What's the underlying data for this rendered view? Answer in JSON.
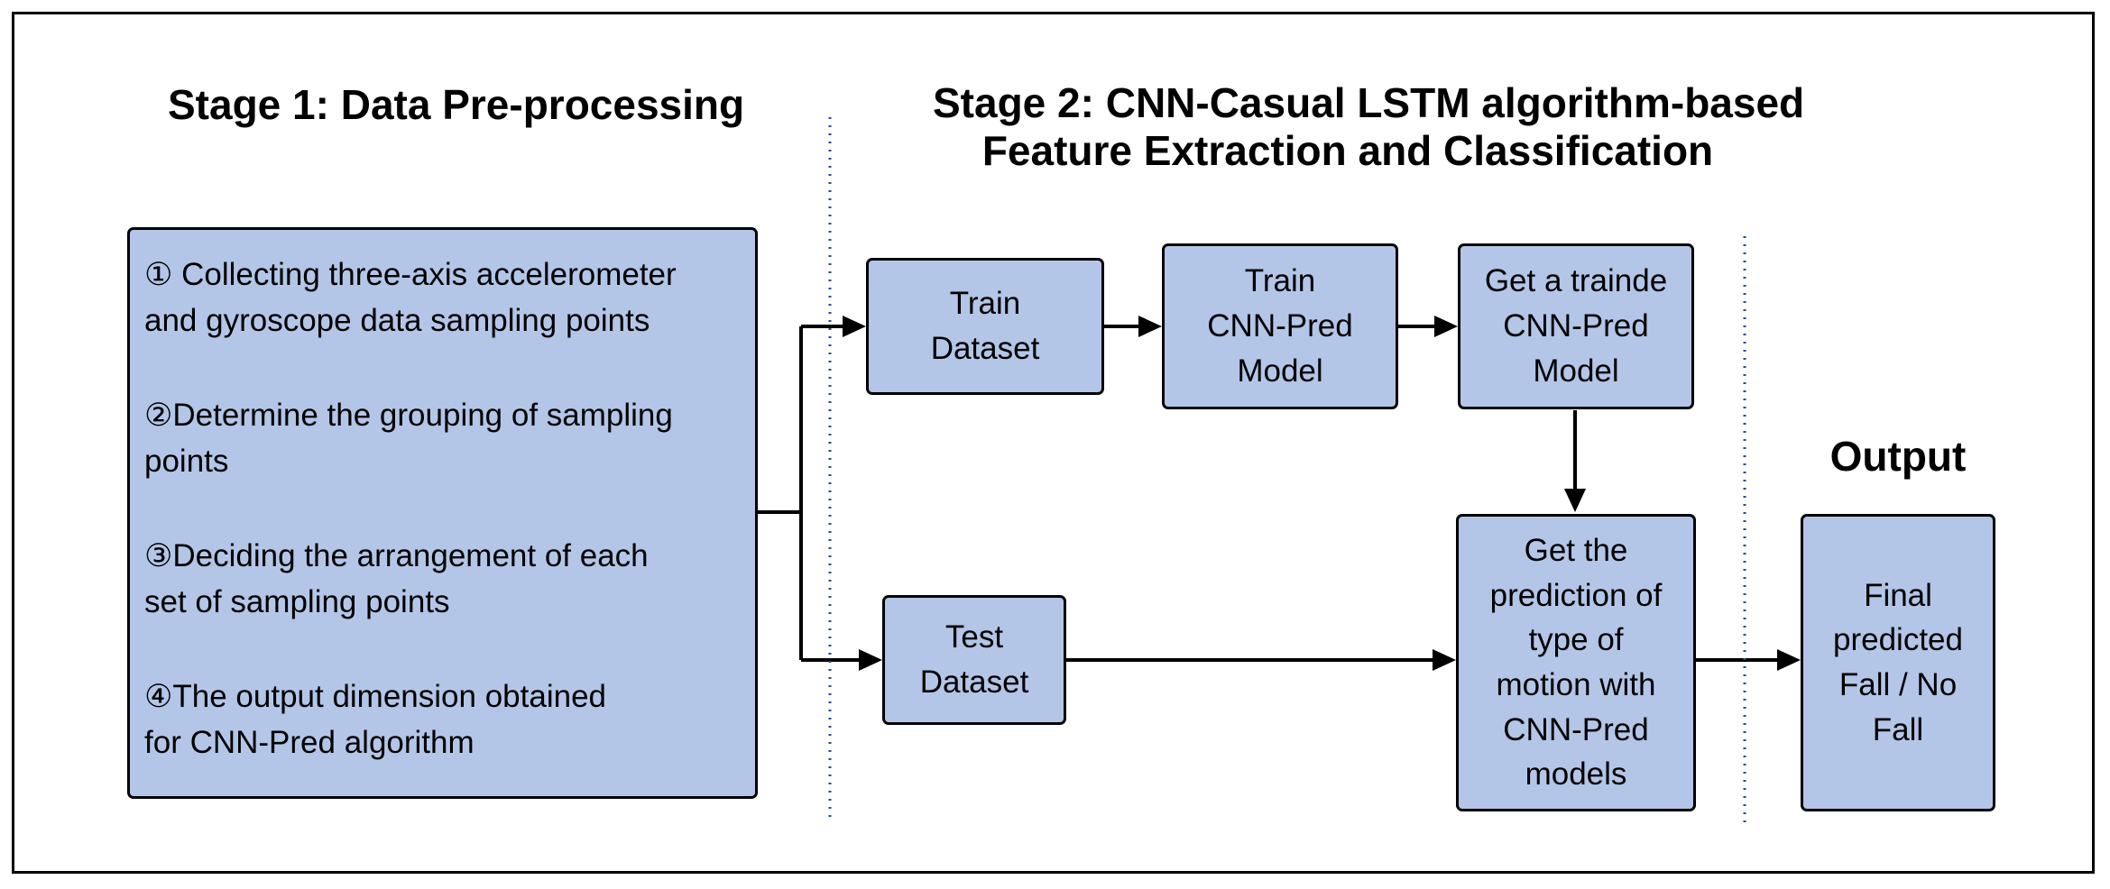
{
  "stage1": {
    "title": "Stage 1: Data Pre-processing",
    "steps": [
      {
        "line1": "① Collecting three-axis accelerometer",
        "line2": "and gyroscope data sampling points"
      },
      {
        "line1": "②Determine the grouping of sampling",
        "line2": "points"
      },
      {
        "line1": "③Deciding the arrangement of each",
        "line2": "set of sampling points"
      },
      {
        "line1": "④The output dimension   obtained",
        "line2": "for CNN-Pred algorithm"
      }
    ]
  },
  "stage2": {
    "title_line1": "Stage 2: CNN-Casual LSTM algorithm-based",
    "title_line2": "Feature Extraction and Classification",
    "train_dataset": [
      "Train",
      "Dataset"
    ],
    "train_model": [
      "Train",
      "CNN-Pred",
      "Model"
    ],
    "trained_model": [
      "Get a trainde",
      "CNN-Pred",
      "Model"
    ],
    "test_dataset": [
      "Test",
      "Dataset"
    ],
    "prediction": [
      "Get the",
      "prediction of",
      "type of",
      "motion with",
      "CNN-Pred",
      "models"
    ]
  },
  "output": {
    "title": "Output",
    "final": [
      "Final",
      "predicted",
      "Fall / No",
      "Fall"
    ]
  },
  "colors": {
    "box_fill": "#b4c6e7",
    "stroke": "#000000",
    "divider": "#1f4e9a"
  }
}
